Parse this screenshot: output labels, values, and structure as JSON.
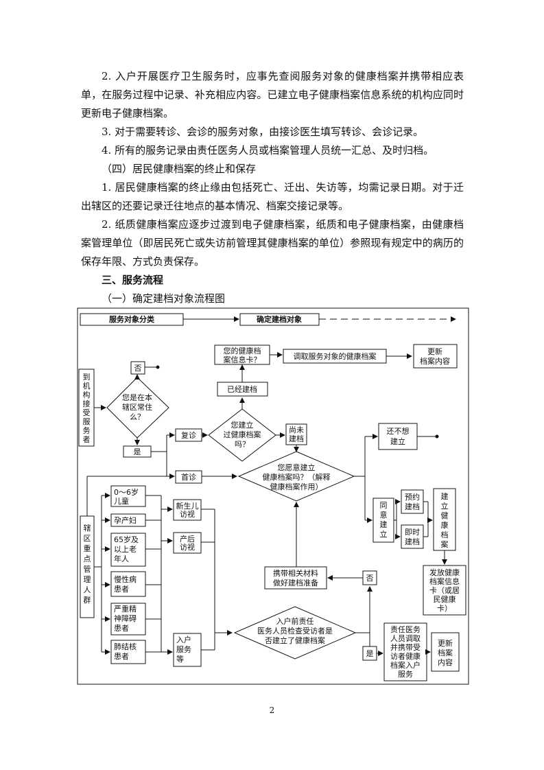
{
  "paragraphs": [
    "2. 入户开展医疗卫生服务时，应事先查阅服务对象的健康档案并携带相应表单，在服务过程中记录、补充相应内容。已建立电子健康档案信息系统的机构应同时更新电子健康档案。",
    "3. 对于需要转诊、会诊的服务对象，由接诊医生填写转诊、会诊记录。",
    "4. 所有的服务记录由责任医务人员或档案管理人员统一汇总、及时归档。",
    "（四）居民健康档案的终止和保存",
    "1. 居民健康档案的终止缘由包括死亡、迁出、失访等，均需记录日期。对于迁出辖区的还要记录迁往地点的基本情况、档案交接记录等。",
    "2. 纸质健康档案应逐步过渡到电子健康档案，纸质和电子健康档案，由健康档案管理单位（即居民死亡或失访前管理其健康档案的单位）参照现有规定中的病历的保存年限、方式负责保存。"
  ],
  "section_title": "三、服务流程",
  "subsection_title": "（一）确定建档对象流程图",
  "flow": {
    "header_left": "服务对象分类",
    "header_right": "确定建档对象",
    "visitor_label": [
      "到",
      "机",
      "构",
      "接",
      "受",
      "服",
      "务",
      "者"
    ],
    "resident_q": [
      "您是在本",
      "辖区常住",
      "么？"
    ],
    "no": "否",
    "yes": "是",
    "revisit": "复诊",
    "first_visit": "首诊",
    "filed_q": [
      "您建立",
      "过健康档案",
      "吗？"
    ],
    "have_card": [
      "您的健康档",
      "案信息卡？"
    ],
    "already_filed": "已经建档",
    "fetch_record": "调取服务对象的健康档案",
    "update_record": [
      "更新",
      "档案内容"
    ],
    "not_filed": [
      "尚未",
      "建档"
    ],
    "willing_q": [
      "您愿意建立",
      "健康档案吗？（解释",
      "健康档案作用）"
    ],
    "still_no": [
      "还不想",
      "建立"
    ],
    "agree": [
      "同",
      "意",
      "建",
      "立"
    ],
    "appointment": [
      "预约",
      "建档"
    ],
    "immediate": [
      "即时",
      "建档"
    ],
    "establish": [
      "建",
      "立",
      "健",
      "康",
      "档",
      "案"
    ],
    "issue_card": [
      "发放健康",
      "档案信息",
      "卡（或居",
      "民健康",
      "卡）"
    ],
    "key_groups_label": [
      "辖",
      "区",
      "重",
      "点",
      "管",
      "理",
      "人",
      "群"
    ],
    "groups": [
      [
        "0～6岁",
        "儿童"
      ],
      [
        "孕产妇"
      ],
      [
        "65岁及",
        "以上老",
        "年人"
      ],
      [
        "慢性病",
        "患者"
      ],
      [
        "严重精",
        "神障碍",
        "患者"
      ],
      [
        "肺结核",
        "患者"
      ]
    ],
    "newborn_visit": [
      "新生儿",
      "访视"
    ],
    "postpartum_visit": [
      "产后",
      "访视"
    ],
    "home_service": [
      "入户",
      "服务",
      "等"
    ],
    "prepare": [
      "携带相关材料",
      "做好建档准备"
    ],
    "home_check_q": [
      "入户前责任",
      "医务人员检查受访者是",
      "否建立了健康档案"
    ],
    "home_fetch": [
      "责任医务",
      "人员调取",
      "并携带受",
      "访者健康",
      "档案入户",
      "服务"
    ],
    "update_record2": [
      "更新",
      "档案",
      "内容"
    ]
  },
  "page_number": "2"
}
